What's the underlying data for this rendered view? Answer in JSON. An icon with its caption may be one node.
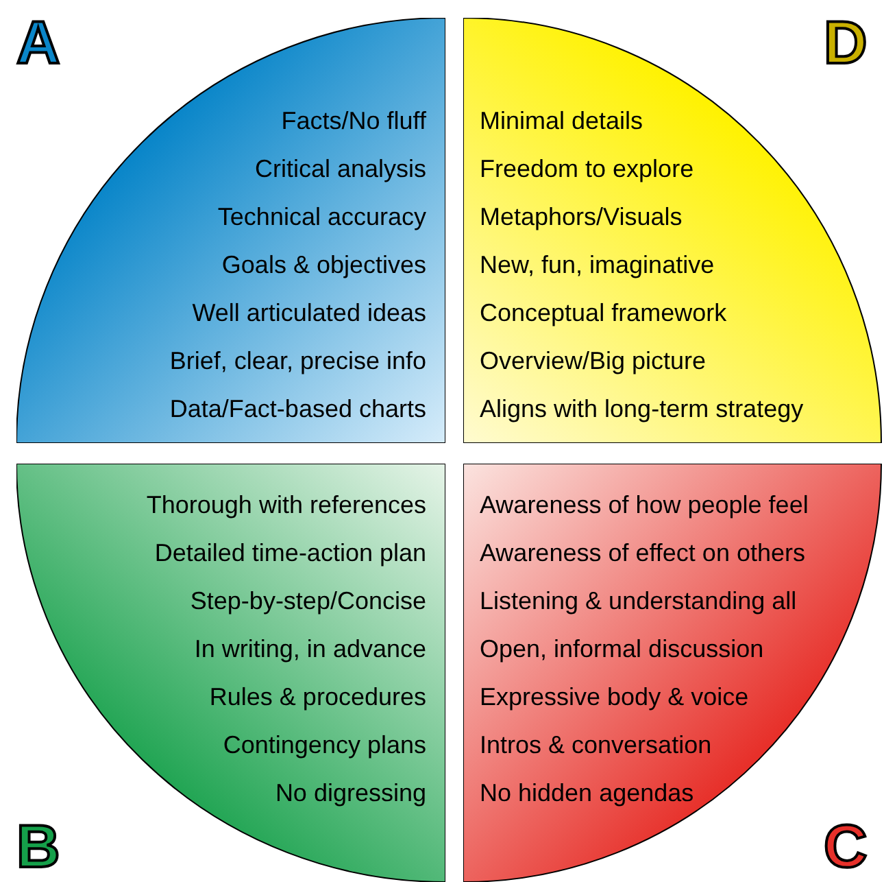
{
  "diagram": {
    "nodes": [
      {
        "text": [
          "Facts/No fluff",
          "Critical analysis",
          "Technical accuracy",
          "Goals & objectives",
          "Well articulated ideas",
          "Brief, clear, precise info",
          "Data/Fact-based charts"
        ],
        "beside": [
          "A"
        ]
      },
      {
        "text": [
          "Minimal details",
          "Freedom to explore",
          "Metaphors/Visuals",
          "New, fun, imaginative",
          "Conceptual framework",
          "Overview/Big picture",
          "Aligns with long-term strategy"
        ],
        "beside": [
          "D"
        ]
      },
      {
        "text": [
          "Thorough with references",
          "Detailed time-action plan",
          "Step-by-step/Concise",
          "In writing, in advance",
          "Rules & procedures",
          "Contingency plans",
          "No digressing"
        ],
        "beside": [
          "B"
        ]
      },
      {
        "text": [
          "Awareness of how people feel",
          "Awareness of effect on others",
          "Listening & understanding all",
          "Open, informal discussion",
          "Expressive body & voice",
          "Intros & conversation",
          "No hidden agendas"
        ],
        "beside": [
          "C"
        ]
      }
    ]
  }
}
